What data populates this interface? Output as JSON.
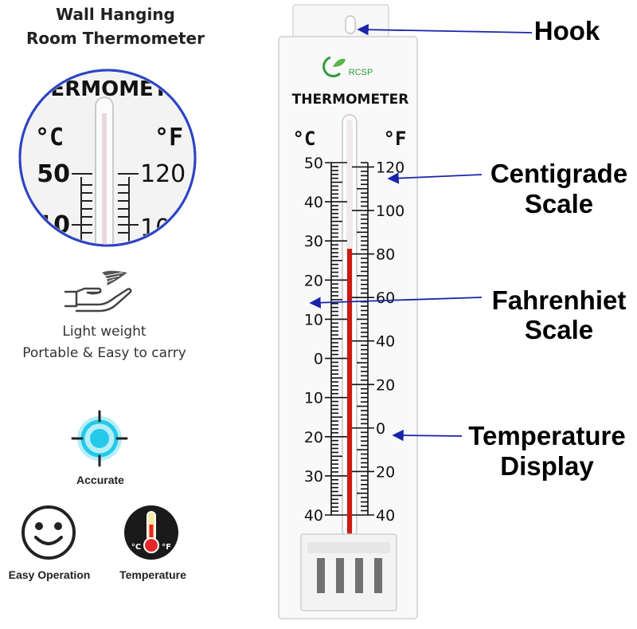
{
  "heading": {
    "line1": "Wall Hanging",
    "line2": "Room Thermometer"
  },
  "zoom": {
    "brand_fragment": "HERMOMETE",
    "celsius_unit": "°C",
    "fahrenheit_unit": "°F",
    "c_50": "50",
    "f_120": "120",
    "c_40_fragment": "10",
    "f_100_fragment": "10"
  },
  "features": {
    "light_weight": {
      "line1": "Light weight",
      "line2": "Portable & Easy to carry",
      "icon": "hand-feather-icon"
    },
    "accurate": {
      "label": "Accurate",
      "icon": "crosshair-target-icon",
      "color": "#25c9ea"
    },
    "easy_operation": {
      "label": "Easy Operation",
      "icon": "smiley-face-icon"
    },
    "temperature": {
      "label": "Temperature",
      "icon": "thermometer-badge-icon",
      "celsius": "°C",
      "fahrenheit": "°F"
    }
  },
  "thermometer": {
    "logo_text": "RCSP",
    "title": "THERMOMETER",
    "celsius_unit": "°C",
    "fahrenheit_unit": "°F",
    "celsius_labels": [
      "50",
      "40",
      "30",
      "20",
      "10",
      "0",
      "10",
      "20",
      "30",
      "40"
    ],
    "fahrenheit_labels": [
      "120",
      "100",
      "80",
      "60",
      "40",
      "20",
      "0",
      "20",
      "40"
    ],
    "reading_celsius": 28,
    "liquid_color": "#cc1a12"
  },
  "callouts": {
    "hook": "Hook",
    "centigrade": {
      "line1": "Centigrade",
      "line2": "Scale"
    },
    "fahrenheit": {
      "line1": "Fahrenhiet",
      "line2": "Scale"
    },
    "display": {
      "line1": "Temperature",
      "line2": "Display"
    },
    "arrow_color": "#1a24a8"
  }
}
